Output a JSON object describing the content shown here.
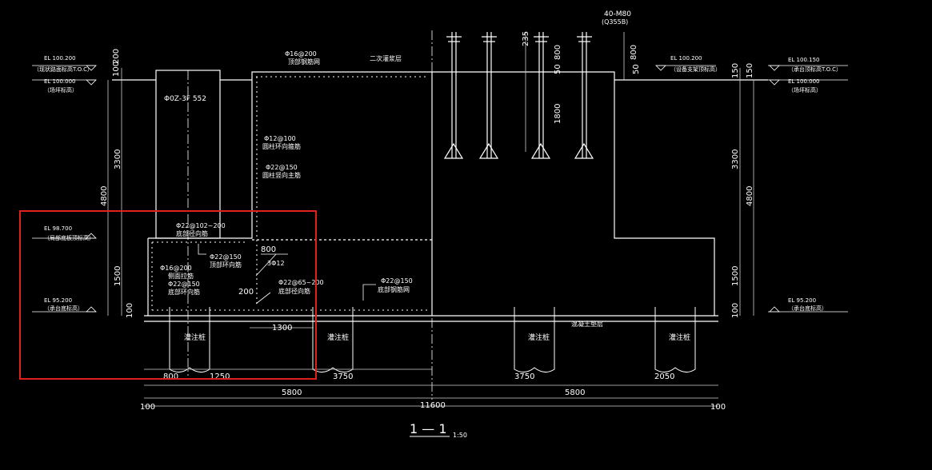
{
  "colors": {
    "background": "#000000",
    "line": "#ffffff",
    "dim": "#cfcfcf",
    "highlight": "#e0201c"
  },
  "elevations": {
    "left_top": {
      "value": "EL 100.200",
      "note": "（现状路面标高T.O.C）"
    },
    "left_ground": {
      "value": "EL 100.000",
      "note": "（场坪标高）"
    },
    "left_mid": {
      "value": "EL 98.700",
      "note": "（局部底板顶标高）"
    },
    "left_bottom": {
      "value": "EL 95.200",
      "note": "（承台底标高）"
    },
    "mid_top": {
      "value": "EL 100.200",
      "note": "（设备支架顶标高）"
    },
    "right_top": {
      "value": "EL 100.150",
      "note": "（承台顶标高T.O.C）"
    },
    "right_ground": {
      "value": "EL 100.000",
      "note": "（场坪标高）"
    },
    "right_bottom": {
      "value": "EL 95.200",
      "note": "（承台底标高）"
    }
  },
  "labels": {
    "pipe": "Φ0Z-3F 552",
    "bolt_spec": "40-M80",
    "bolt_material": "(Q355B)",
    "grout": "二次灌浆层",
    "rebar_top": "Φ16@200",
    "rebar_top_note": "顶部钢筋网",
    "rebar_ring": "Φ12@100",
    "rebar_ring_note": "圆柱环向箍筋",
    "rebar_vert": "Φ22@150",
    "rebar_vert_note": "圆柱竖向主筋",
    "rebar_step": "Φ22@102~200",
    "rebar_step_note": "底部径向筋",
    "rebar_step2": "Φ22@150",
    "rebar_step2_note": "顶部环向筋",
    "rebar_side": "Φ16@200",
    "rebar_side_note": "侧面拉筋",
    "rebar_bottom": "Φ22@150",
    "rebar_bottom_note": "底部环向筋",
    "rebar_3": "3Φ12",
    "rebar_bot2": "Φ22@65~200",
    "rebar_bot2_note": "底部径向筋",
    "rebar_bot3": "Φ22@150",
    "rebar_bot3_note": "底部钢筋网",
    "cushion": "混凝土垫层",
    "pile": "灌注桩"
  },
  "dims": {
    "d100": "100",
    "d200": "200",
    "d3300": "3300",
    "d4800": "4800",
    "d1500": "1500",
    "d235": "235",
    "d800": "800",
    "d50": "50",
    "d1800": "1800",
    "d150": "150",
    "d1300": "1300",
    "d1250": "1250",
    "d3750": "3750",
    "d2050": "2050",
    "d5800": "5800",
    "d11600": "11600"
  },
  "section": {
    "name": "1 — 1",
    "scale": "1:50"
  }
}
